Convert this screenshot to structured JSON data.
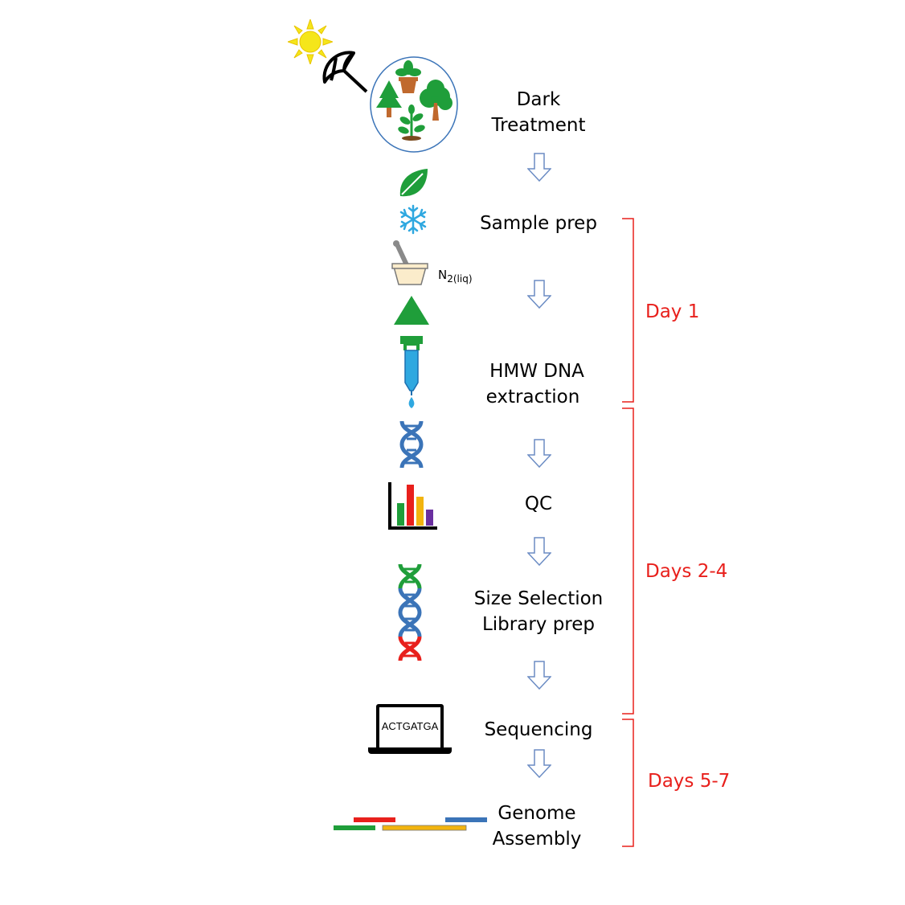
{
  "steps": {
    "dark_line1": "Dark",
    "dark_line2": "Treatment",
    "sample_prep": "Sample prep",
    "hmw_line1": "HMW DNA",
    "hmw_line2": "extraction",
    "qc": "QC",
    "size_selection": "Size Selection",
    "library_prep": "Library prep",
    "sequencing": "Sequencing",
    "genome_line1": "Genome",
    "genome_line2": "Assembly"
  },
  "days": {
    "day1": "Day 1",
    "days2_4": "Days 2-4",
    "days5_7": "Days 5-7"
  },
  "reagent": {
    "n2_main": "N",
    "n2_sub": "2(liq)"
  },
  "laptop_screen_text": "ACTGATGA",
  "colors": {
    "bracket": "#e8201c",
    "arrow_stroke": "#6b8cc4",
    "green": "#1f9e3a",
    "blue": "#3b74b8",
    "red": "#e8201c",
    "yellow": "#f2b40f",
    "purple": "#6a2fa0",
    "ice": "#2fa8e0"
  },
  "icons": [
    "sun-icon",
    "umbrella-icon",
    "plants-circle-icon",
    "leaf-icon",
    "snowflake-icon",
    "mortar-pestle-icon",
    "green-triangle-icon",
    "pipette-icon",
    "dna-icon",
    "bar-chart-icon",
    "colored-dna-icon",
    "laptop-icon",
    "assembly-reads-icon"
  ]
}
